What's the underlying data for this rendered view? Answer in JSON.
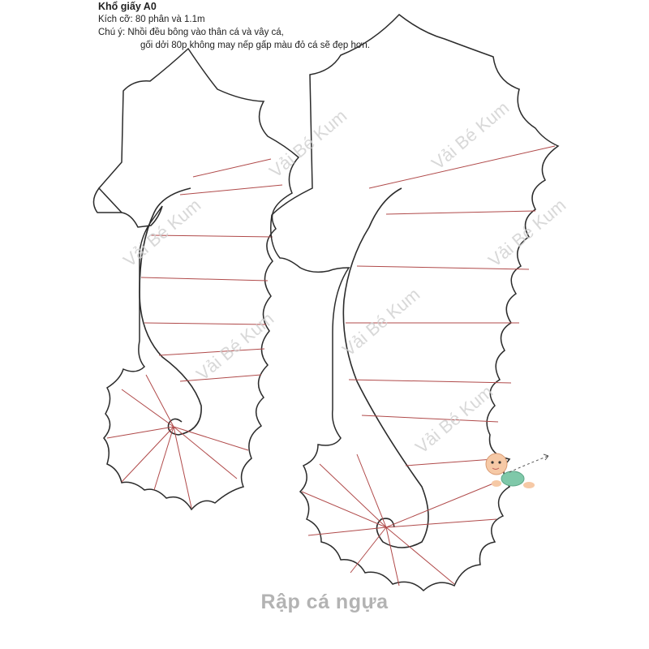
{
  "header": {
    "title": "Khổ giấy A0",
    "size_line": "Kích cỡ: 80 phân và 1.1m",
    "note_line1": "Chú ý: Nhồi đều bông vào thân cá và vây cá,",
    "note_line2": "gối dởi 80p không may nếp gấp màu đỏ cá sẽ đẹp hơn."
  },
  "watermark": "Vải Bé Kum",
  "caption": "Rập cá ngựa",
  "colors": {
    "outline": "#2b2b2b",
    "fold_lines": "#b04a4a",
    "watermark": "#cfcfcf"
  },
  "decoration": {
    "sticker": "crawling-baby-icon"
  }
}
